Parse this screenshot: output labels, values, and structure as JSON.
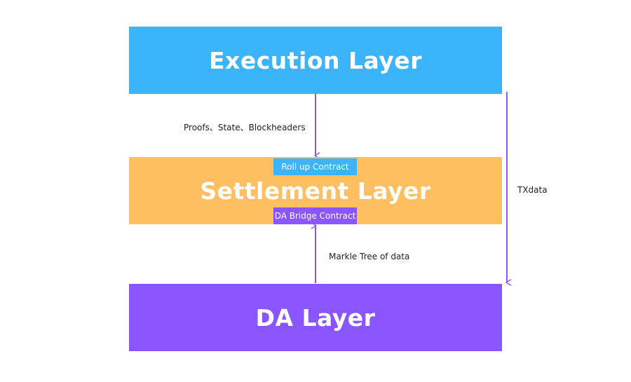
{
  "colors": {
    "execution": "#3bb4fc",
    "settlement": "#fdbf60",
    "da": "#8a55fc",
    "rollup_contract": "#3bb4fc",
    "bridge_contract": "#8a55fc",
    "arrow": "#8a55fc"
  },
  "layers": {
    "execution": "Execution Layer",
    "settlement": "Settlement Layer",
    "da": "DA Layer"
  },
  "contracts": {
    "rollup": "Roll up Contract",
    "bridge": "DA Bridge Contract"
  },
  "edges": {
    "proofs": "Proofs、State、Blockheaders",
    "markle": "Markle Tree of data",
    "txdata": "TXdata"
  }
}
